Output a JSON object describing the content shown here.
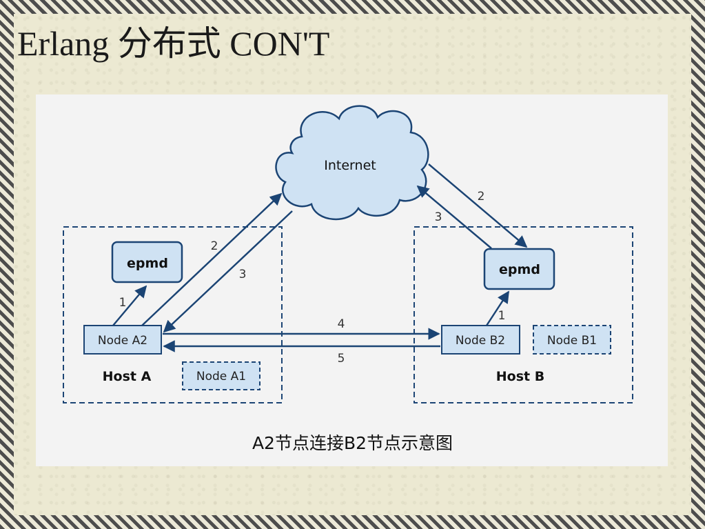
{
  "slide": {
    "title": "Erlang 分布式 CON'T"
  },
  "diagram": {
    "cloud_label": "Internet",
    "host_a": {
      "label": "Host A",
      "epmd": "epmd",
      "node_a2": "Node A2",
      "node_a1": "Node A1"
    },
    "host_b": {
      "label": "Host B",
      "epmd": "epmd",
      "node_b2": "Node B2",
      "node_b1": "Node B1"
    },
    "steps": {
      "a_register": "1",
      "a_to_internet": "2",
      "internet_to_a": "3",
      "internet_to_b": "2",
      "b_to_internet": "3",
      "b_register": "1",
      "a_to_b": "4",
      "b_to_a": "5"
    },
    "caption": "A2节点连接B2节点示意图"
  },
  "colors": {
    "stroke": "#1b4474",
    "box_fill": "#cfe2f3",
    "cloud_fill": "#cfe2f3"
  }
}
